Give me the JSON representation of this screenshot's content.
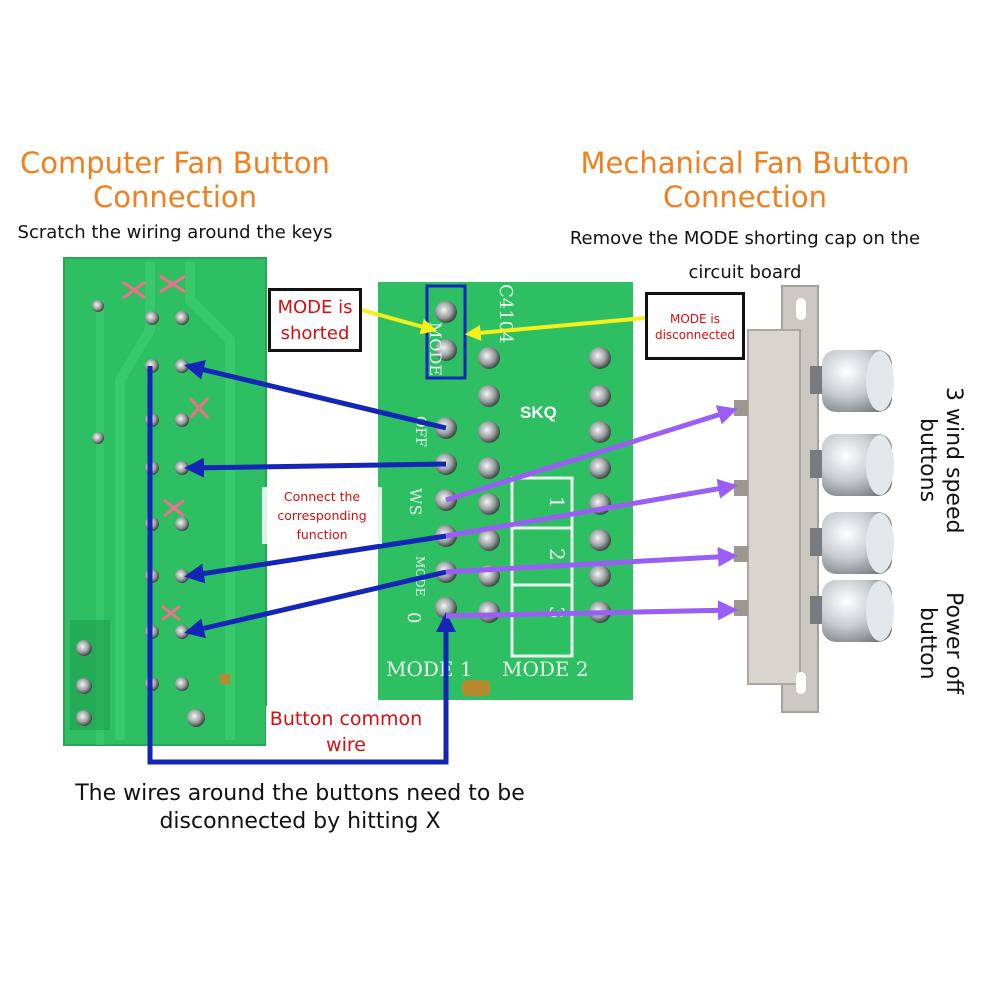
{
  "left": {
    "title_line1": "Computer Fan Button",
    "title_line2": "Connection",
    "subtitle": "Scratch the wiring around the keys"
  },
  "right": {
    "title_line1": "Mechanical Fan Button",
    "title_line2": "Connection",
    "subtitle": "Remove the MODE shorting cap on the circuit board"
  },
  "callouts": {
    "mode_shorted": "MODE is shorted",
    "mode_disconnected": "MODE is disconnected",
    "connect_function": "Connect the corresponding function",
    "common_wire": "Button common wire",
    "bottom_note": "The wires around the buttons need to be disconnected by hitting X",
    "wind_speed": "3 wind speed buttons",
    "power_off": "Power off button"
  },
  "board_labels": {
    "part": "C4104",
    "mode_side": "MODE",
    "chip": "SKQ",
    "off": "OFF",
    "ws": "WS",
    "mode": "MODE",
    "zero": "0",
    "n1": "1",
    "n2": "2",
    "n3": "3",
    "mode1": "MODE 1",
    "mode2": "MODE 2"
  },
  "colors": {
    "title_orange": "#f07f1e",
    "label_red": "#d80e0e",
    "arrow_blue": "#1326b8",
    "arrow_purple": "#9b5ef5",
    "arrow_yellow": "#f5ef1a",
    "cross_pink": "#f0708a",
    "pcb_green": "#2dbf62"
  }
}
